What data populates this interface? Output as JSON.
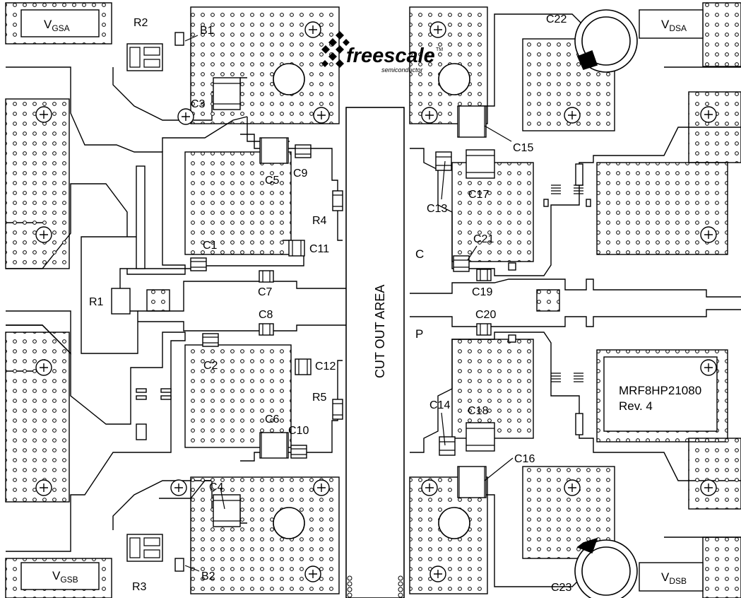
{
  "brand": {
    "name": "freescale",
    "tagline": "semiconductor",
    "tm": "TM"
  },
  "board": {
    "part_number": "MRF8HP21080",
    "revision": "Rev. 4",
    "cutout_label": "CUT OUT AREA"
  },
  "supplies": {
    "vgsa": {
      "main": "V",
      "sub": "GSA"
    },
    "vgsb": {
      "main": "V",
      "sub": "GSB"
    },
    "vdsa": {
      "main": "V",
      "sub": "DSA"
    },
    "vdsb": {
      "main": "V",
      "sub": "DSB"
    }
  },
  "markers": {
    "c": "C",
    "p": "P"
  },
  "refdes": {
    "r1": "R1",
    "r2": "R2",
    "r3": "R3",
    "r4": "R4",
    "r5": "R5",
    "b1": "B1",
    "b2": "B2",
    "c1": "C1",
    "c2": "C2",
    "c3": "C3",
    "c4": "C4",
    "c5": "C5",
    "c6": "C6",
    "c7": "C7",
    "c8": "C8",
    "c9": "C9",
    "c10": "C10",
    "c11": "C11",
    "c12": "C12",
    "c13": "C13",
    "c14": "C14",
    "c15": "C15",
    "c16": "C16",
    "c17": "C17",
    "c18": "C18",
    "c19": "C19",
    "c20": "C20",
    "c21": "C21",
    "c22": "C22",
    "c23": "C23"
  }
}
